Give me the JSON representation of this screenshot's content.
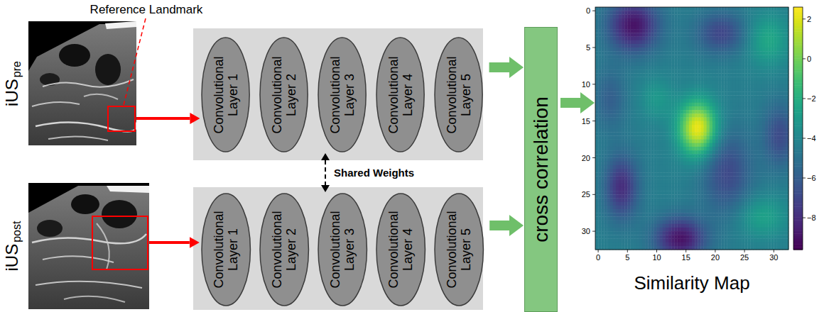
{
  "diagram": {
    "nodes": [
      {
        "text": [
          "iUS",
          "pre"
        ]
      },
      {
        "text": [
          "iUS",
          "post"
        ]
      },
      {
        "text": [
          "Convolutional Layer 1"
        ]
      },
      {
        "text": [
          "Convolutional Layer 2"
        ]
      },
      {
        "text": [
          "Convolutional Layer 3"
        ]
      },
      {
        "text": [
          "Convolutional Layer 4"
        ]
      },
      {
        "text": [
          "Convolutional Layer 5"
        ]
      },
      {
        "text": [
          "Convolutional Layer 1"
        ]
      },
      {
        "text": [
          "Convolutional Layer 2"
        ]
      },
      {
        "text": [
          "Convolutional Layer 3"
        ]
      },
      {
        "text": [
          "Convolutional Layer 4"
        ]
      },
      {
        "text": [
          "Convolutional Layer 5"
        ]
      },
      {
        "text": [
          "cross correlation"
        ]
      },
      {
        "text": [
          "Similarity Map"
        ]
      }
    ],
    "edges": [
      {
        "from": 0,
        "to": 2,
        "arrow": "to"
      },
      {
        "from": 1,
        "to": 7,
        "arrow": "to"
      },
      {
        "from": 4,
        "to": 9,
        "arrow": "both",
        "label": "Shared Weights"
      },
      {
        "from": 6,
        "to": 12,
        "arrow": "to"
      },
      {
        "from": 11,
        "to": 12,
        "arrow": "to"
      },
      {
        "from": 12,
        "to": 13,
        "arrow": "to"
      }
    ],
    "labels": [
      "Reference Landmark",
      "0",
      "5",
      "10",
      "15",
      "20",
      "25",
      "30",
      "0",
      "5",
      "10",
      "15",
      "20",
      "25",
      "30",
      "2",
      "0",
      "−2",
      "−4",
      "−6",
      "−8"
    ]
  }
}
